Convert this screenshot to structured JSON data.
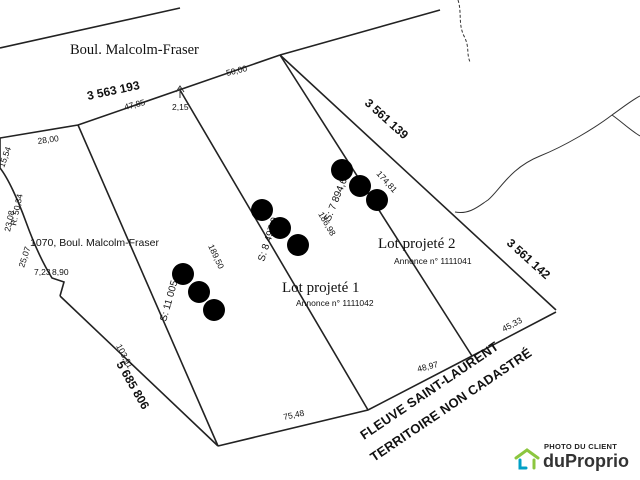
{
  "road_name": "Boul. Malcolm-Fraser",
  "address": "1070, Boul. Malcolm-Fraser",
  "cadastre": {
    "road_lot": "3 563 193",
    "lot_ne": "3 561 139",
    "lot_e": "3 561 142",
    "lot_w": "5 685 806"
  },
  "lots": [
    {
      "title": "Lot projeté 1",
      "annonce": "Annonce n° 1111042",
      "area": "S: 11 005,0"
    },
    {
      "title": "Lot projeté 2",
      "annonce": "Annonce n° 1111041",
      "area": "S: 7 894,6"
    }
  ],
  "middle_area": "S: 8 497,9",
  "dimensions": {
    "d_50": "50,00",
    "d_4785": "47,85",
    "d_215": "2,15",
    "d_2800": "28,00",
    "d_1554": "15,54",
    "d_r5034": "R: 50,34",
    "d_2308": "23,08",
    "d_2507": "25,07",
    "d_723": "7,23",
    "d_890": "8,90",
    "d_18950": "189,50",
    "d_18698": "186,98",
    "d_17481": "174,81",
    "d_10391": "103,91",
    "d_7548": "75,48",
    "d_4897": "48,97",
    "d_4533": "45,33"
  },
  "river": {
    "line1": "FLEUVE SAINT-LAURENT",
    "line2": "TERRITOIRE NON CADASTRÉ"
  },
  "logo": {
    "caption": "PHOTO DU CLIENT",
    "brand": "duProprio",
    "colors": {
      "green": "#8cc63f",
      "blue": "#00a0c6"
    }
  },
  "redaction_color": "#000000"
}
